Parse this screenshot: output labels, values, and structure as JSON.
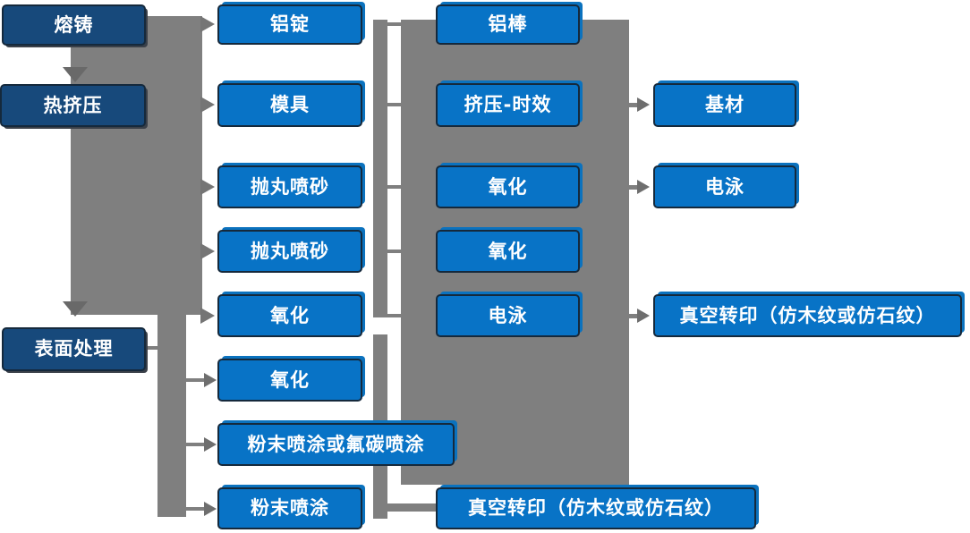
{
  "diagram": {
    "type": "flowchart",
    "description": "Aluminum profile production process flow",
    "background": "#FFFFFF"
  },
  "colors": {
    "stage_box_fill": "#17497B",
    "process_box_fill": "#0873C6",
    "box_border": "#15293C",
    "box_text": "#FFFFFF",
    "connector_gray": "#7F7F7F",
    "arrowhead_gray": "#696969"
  },
  "nodes": {
    "melt_cast": {
      "label": "熔铸"
    },
    "hot_extrusion": {
      "label": "热挤压"
    },
    "surface_treatment": {
      "label": "表面处理"
    },
    "al_ingot": {
      "label": "铝锭"
    },
    "mold": {
      "label": "模具"
    },
    "shot_blast_1": {
      "label": "抛丸喷砂"
    },
    "shot_blast_2": {
      "label": "抛丸喷砂"
    },
    "oxidation_c2a": {
      "label": "氧化"
    },
    "oxidation_c2b": {
      "label": "氧化"
    },
    "powder_or_fluorocarbon": {
      "label": "粉末喷涂或氟碳喷涂"
    },
    "powder_coating": {
      "label": "粉末喷涂"
    },
    "al_rod": {
      "label": "铝棒"
    },
    "extrusion_aging": {
      "label": "挤压-时效"
    },
    "oxidation_c3a": {
      "label": "氧化"
    },
    "oxidation_c3b": {
      "label": "氧化"
    },
    "electrophoresis_c3": {
      "label": "电泳"
    },
    "vacuum_transfer_bottom": {
      "label": "真空转印（仿木纹或仿石纹）"
    },
    "substrate": {
      "label": "基材"
    },
    "electrophoresis_c4": {
      "label": "电泳"
    },
    "vacuum_transfer_right": {
      "label": "真空转印（仿木纹或仿石纹）"
    }
  },
  "edges": [
    {
      "from": "熔铸",
      "to": "热挤压"
    },
    {
      "from": "热挤压",
      "to": "表面处理"
    },
    {
      "from": "熔铸",
      "to": "铝锭"
    },
    {
      "from": "热挤压",
      "to": "模具"
    },
    {
      "from": "左侧主干",
      "to": "抛丸喷砂 (1)"
    },
    {
      "from": "左侧主干",
      "to": "抛丸喷砂 (2)"
    },
    {
      "from": "左侧主干",
      "to": "氧化 (1)"
    },
    {
      "from": "表面处理",
      "to": "氧化 (2)"
    },
    {
      "from": "表面处理",
      "to": "粉末喷涂或氟碳喷涂"
    },
    {
      "from": "表面处理",
      "to": "粉末喷涂"
    },
    {
      "from": "铝锭行",
      "to": "铝棒行"
    },
    {
      "from": "模具行",
      "to": "挤压-时效行"
    },
    {
      "from": "抛丸喷砂行",
      "to": "氧化行"
    },
    {
      "from": "氧化行",
      "to": "电泳行"
    },
    {
      "from": "挤压-时效",
      "to": "基材"
    },
    {
      "from": "氧化",
      "to": "电泳"
    },
    {
      "from": "电泳",
      "to": "真空转印（仿木纹或仿石纹）"
    },
    {
      "from": "粉末喷涂",
      "to": "真空转印（仿木纹或仿石纹）"
    }
  ]
}
